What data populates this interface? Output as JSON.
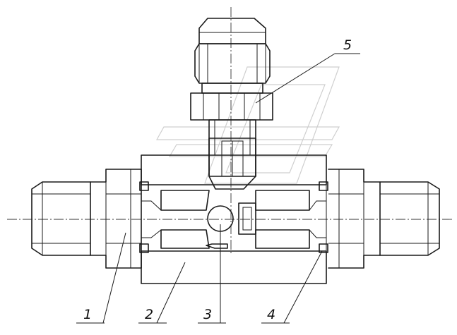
{
  "labels": {
    "l1": "1",
    "l2": "2",
    "l3": "3",
    "l4": "4",
    "l5": "5"
  },
  "colors": {
    "line": "#1a1a1a",
    "background": "#ffffff",
    "watermark": "#cfcfcf"
  }
}
